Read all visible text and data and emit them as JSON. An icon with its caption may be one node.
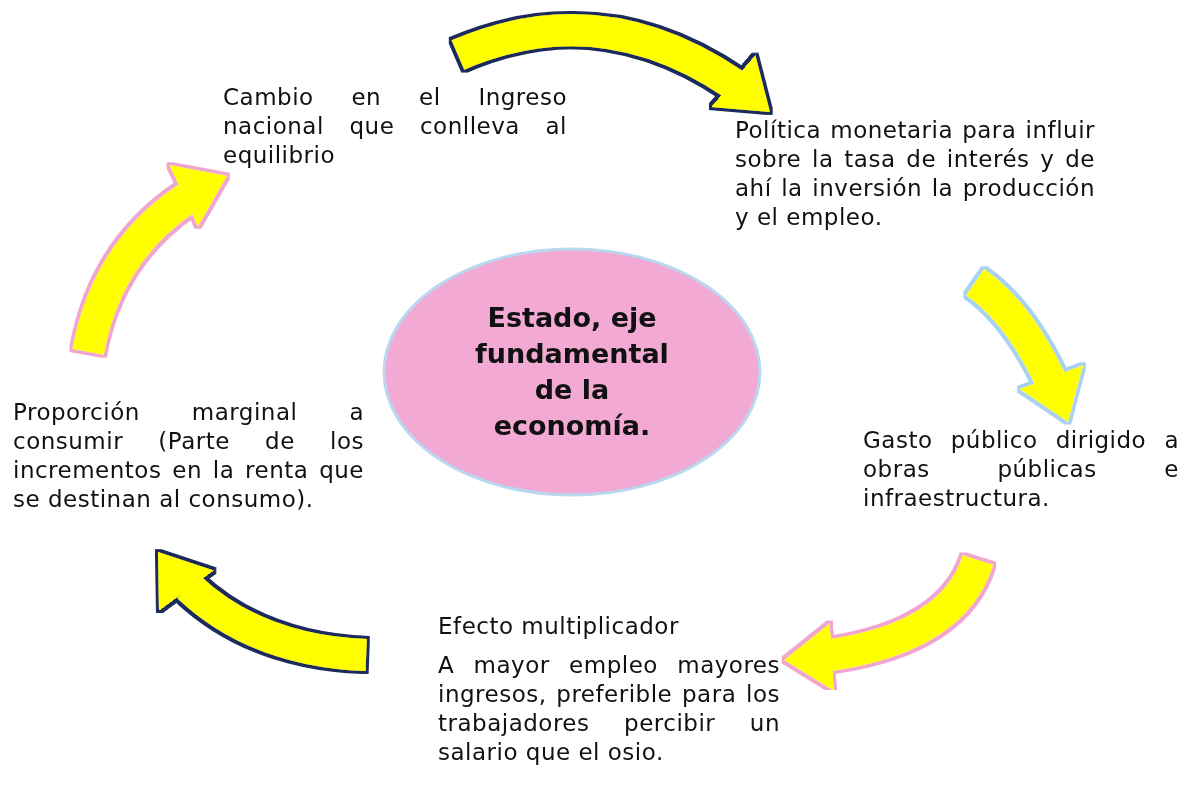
{
  "diagram": {
    "nodes": [
      {
        "text": [
          "Estado, eje fundamental de la economía."
        ]
      },
      {
        "text": [
          "Política monetaria para influir sobre la tasa de interés y de ahí la inversión la producción y el empleo."
        ]
      },
      {
        "text": [
          "Gasto público dirigido a obras públicas e infraestructura."
        ]
      },
      {
        "text": [
          "Efecto multiplicador",
          "A mayor empleo mayores ingresos, preferible para los trabajadores percibir un salario que el osio."
        ]
      },
      {
        "text": [
          "Proporción marginal a consumir (Parte de los incrementos en la renta que se destinan al consumo)."
        ]
      },
      {
        "text": [
          "Cambio en el Ingreso nacional que conlleva al equilibrio"
        ]
      }
    ],
    "edges": [
      {
        "from": 5,
        "to": 1,
        "arrow": "to"
      },
      {
        "from": 1,
        "to": 2,
        "arrow": "to"
      },
      {
        "from": 2,
        "to": 3,
        "arrow": "to"
      },
      {
        "from": 3,
        "to": 4,
        "arrow": "to"
      },
      {
        "from": 4,
        "to": 5,
        "arrow": "to"
      }
    ]
  }
}
